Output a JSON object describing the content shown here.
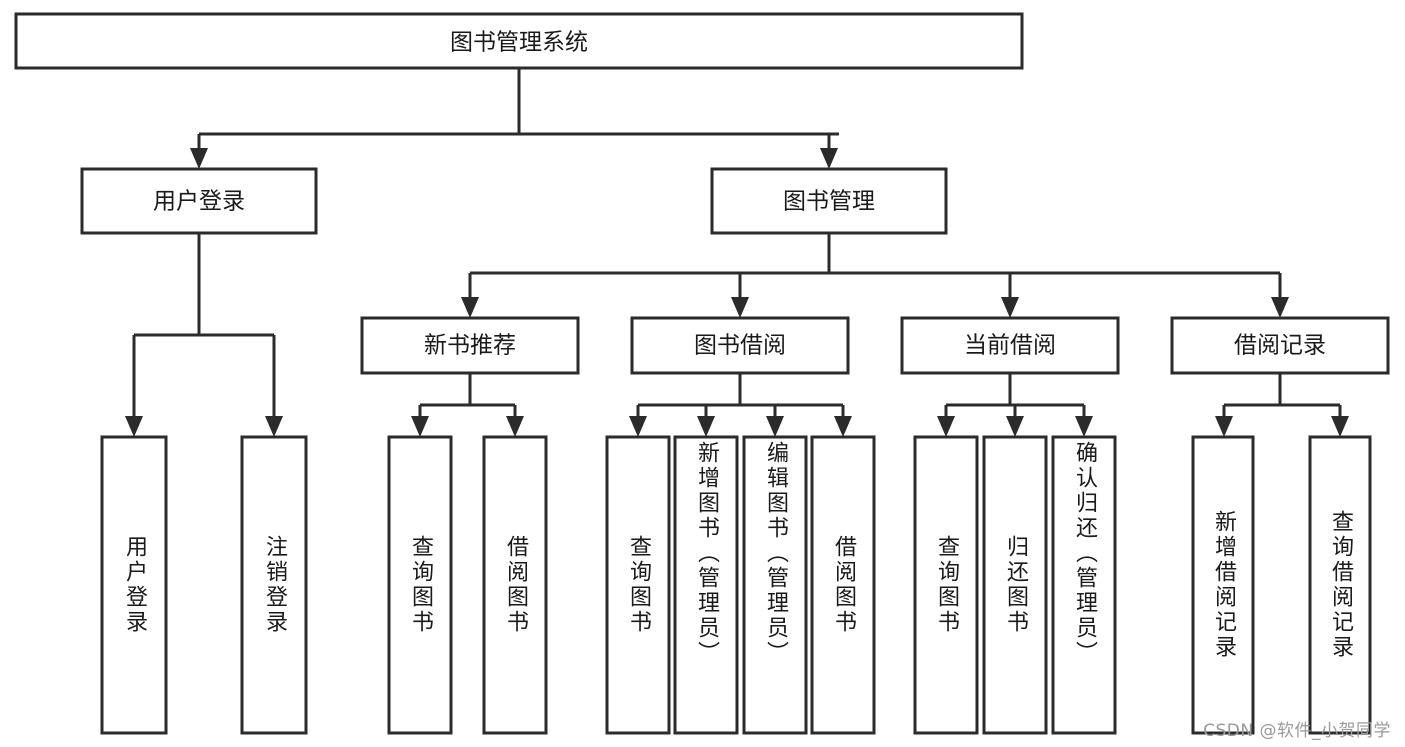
{
  "diagram": {
    "type": "tree",
    "title": "图书管理系统",
    "watermark": "CSDN @软件_小贺同学",
    "colors": {
      "stroke": "#2b2b2b",
      "fill": "#ffffff",
      "text": "#1a1a1a",
      "watermark": "#9a9a9a"
    },
    "levels": {
      "root": {
        "label": "图书管理系统"
      },
      "level2": [
        {
          "id": "user-login",
          "label": "用户登录"
        },
        {
          "id": "book-manage",
          "label": "图书管理"
        }
      ],
      "level3": [
        {
          "id": "new-book-recommend",
          "label": "新书推荐",
          "parent": "book-manage"
        },
        {
          "id": "book-borrow",
          "label": "图书借阅",
          "parent": "book-manage"
        },
        {
          "id": "current-borrow",
          "label": "当前借阅",
          "parent": "book-manage"
        },
        {
          "id": "borrow-record",
          "label": "借阅记录",
          "parent": "book-manage"
        }
      ],
      "leaves": [
        {
          "id": "leaf-user-login",
          "label": "用户登录",
          "parent": "user-login"
        },
        {
          "id": "leaf-user-logout",
          "label": "注销登录",
          "parent": "user-login"
        },
        {
          "id": "leaf-query-book-1",
          "label": "查询图书",
          "parent": "new-book-recommend"
        },
        {
          "id": "leaf-borrow-book-1",
          "label": "借阅图书",
          "parent": "new-book-recommend"
        },
        {
          "id": "leaf-query-book-2",
          "label": "查询图书",
          "parent": "book-borrow"
        },
        {
          "id": "leaf-add-book",
          "label": "新增图书（管理员）",
          "parent": "book-borrow"
        },
        {
          "id": "leaf-edit-book",
          "label": "编辑图书（管理员）",
          "parent": "book-borrow"
        },
        {
          "id": "leaf-borrow-book-2",
          "label": "借阅图书",
          "parent": "book-borrow"
        },
        {
          "id": "leaf-query-book-3",
          "label": "查询图书",
          "parent": "current-borrow"
        },
        {
          "id": "leaf-return-book",
          "label": "归还图书",
          "parent": "current-borrow"
        },
        {
          "id": "leaf-confirm-return",
          "label": "确认归还（管理员）",
          "parent": "current-borrow"
        },
        {
          "id": "leaf-add-record",
          "label": "新增借阅记录",
          "parent": "borrow-record"
        },
        {
          "id": "leaf-query-record",
          "label": "查询借阅记录",
          "parent": "borrow-record"
        }
      ]
    }
  }
}
